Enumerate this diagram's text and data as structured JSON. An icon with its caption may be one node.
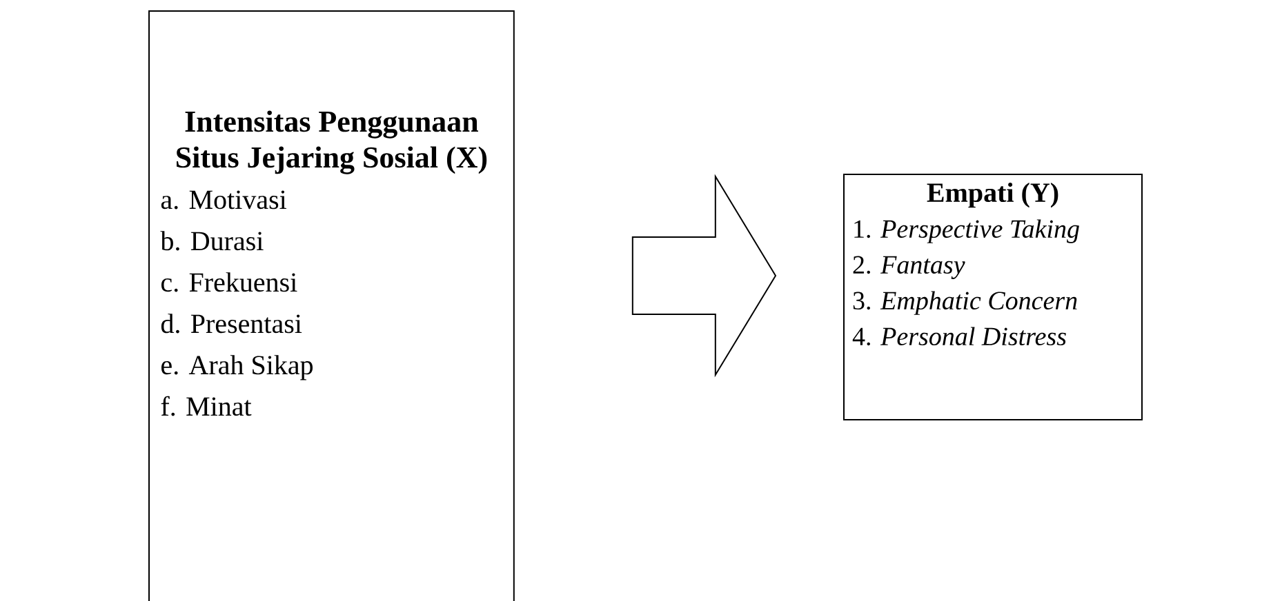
{
  "diagram": {
    "nodes": [
      {
        "text": [
          "Intensitas Penggunaan Situs Jejaring Sosial (X)",
          "a. Motivasi",
          "b. Durasi",
          "c. Frekuensi",
          "d. Presentasi",
          "e. Arah Sikap",
          "f. Minat"
        ]
      },
      {
        "text": [
          "Empati (Y)",
          "1. *Perspective Taking*",
          "2. *Fantasy*",
          "3. *Emphatic Concern*",
          "4. *Personal Distress*"
        ]
      }
    ],
    "edges": [
      {
        "from": 0,
        "to": 1,
        "arrow": "to"
      }
    ]
  }
}
